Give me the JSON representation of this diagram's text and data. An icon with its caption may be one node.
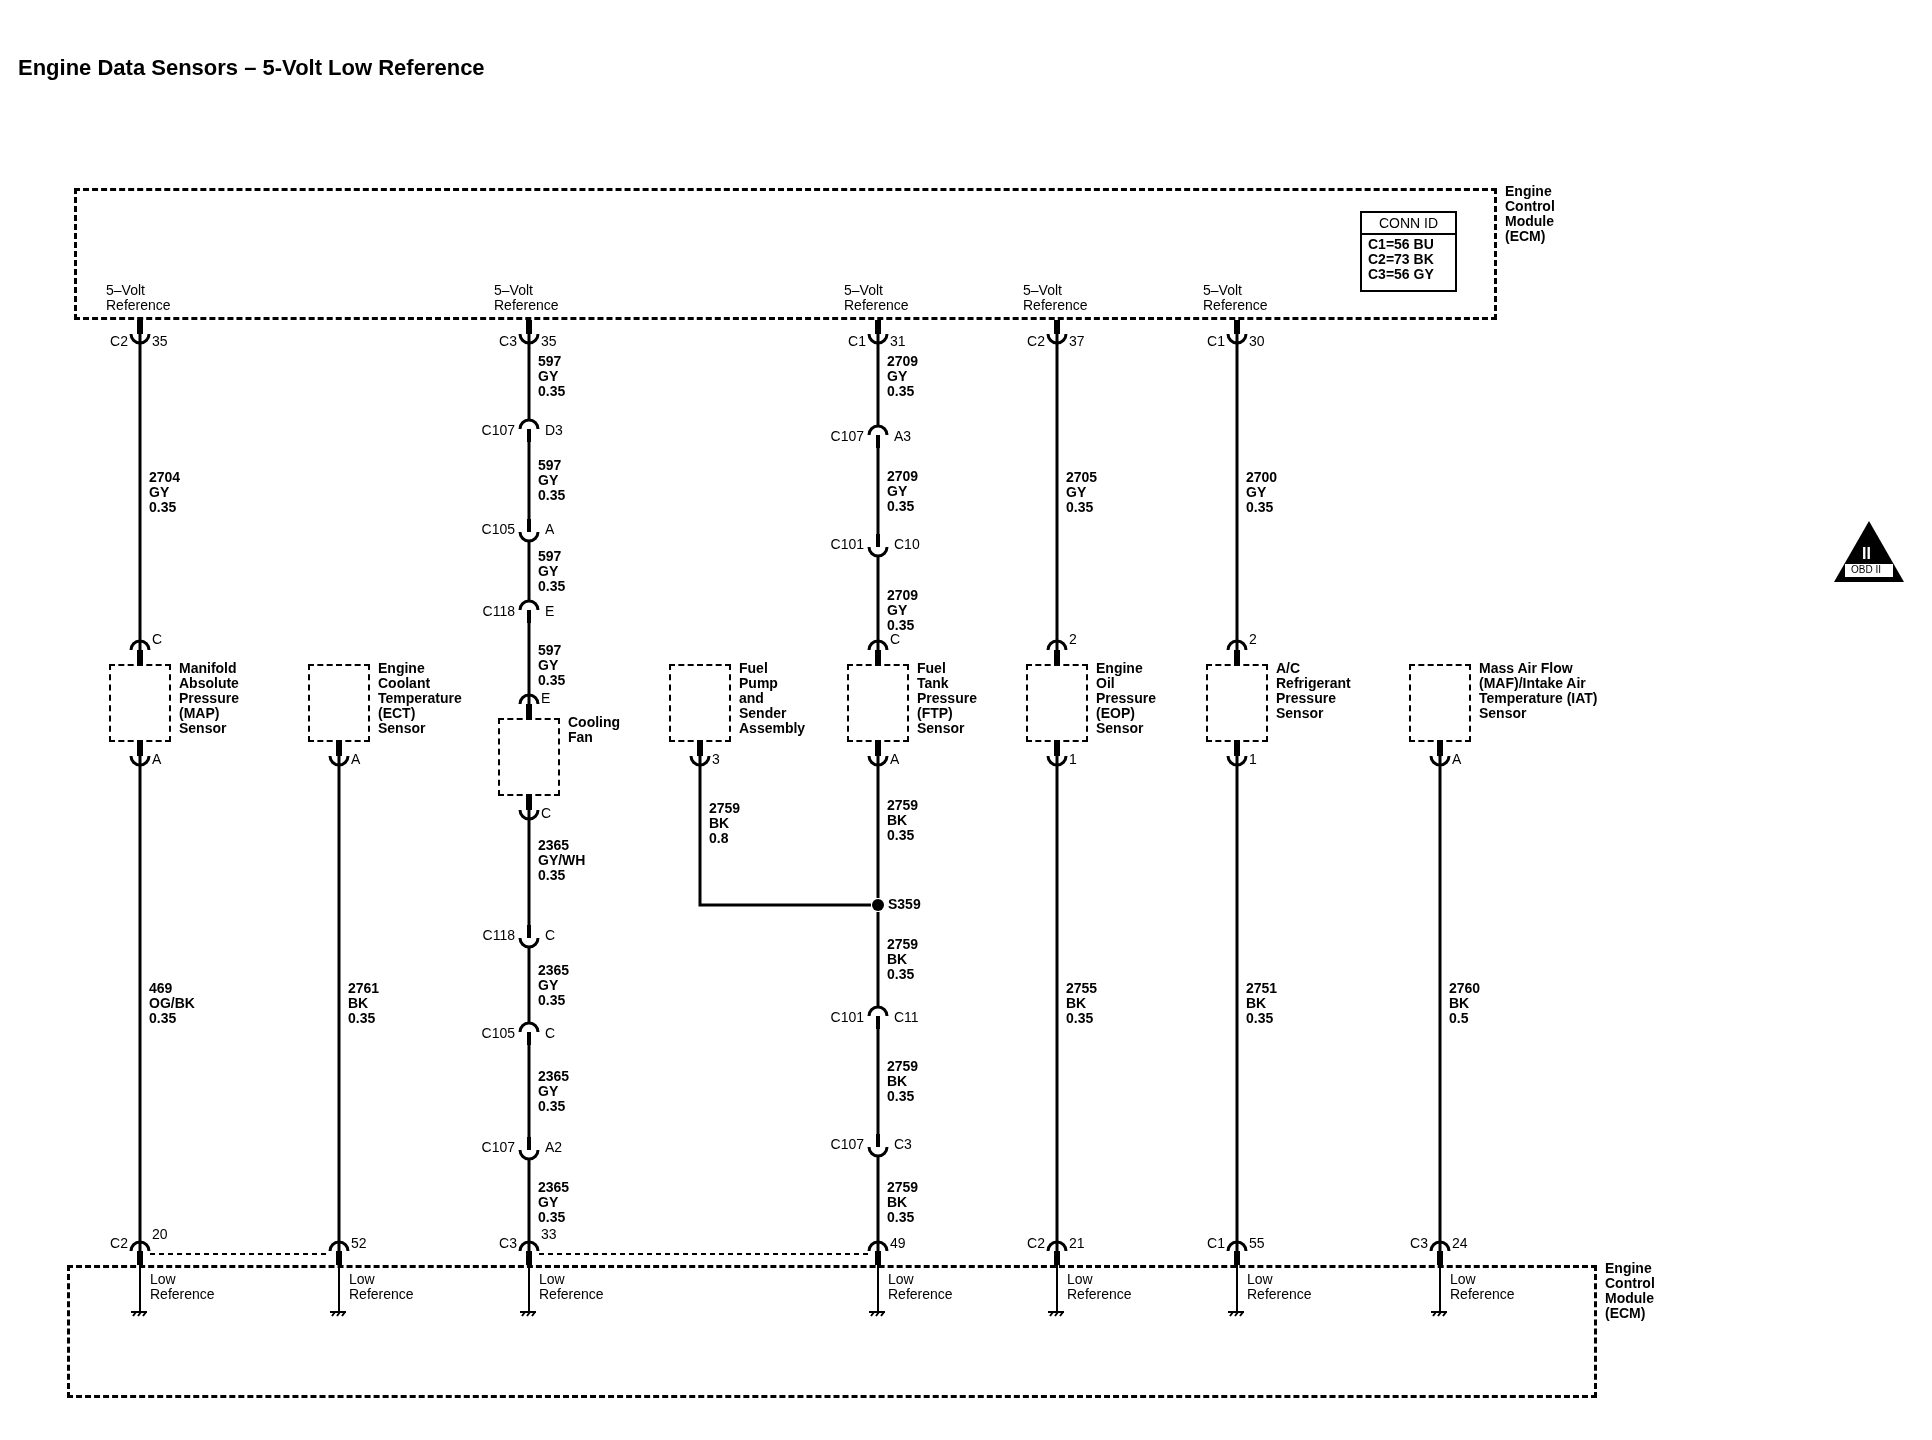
{
  "diagram": {
    "title": "Engine Data Sensors – 5-Volt Low Reference",
    "nodes": [
      {
        "text": [
          "Engine Control Module (ECM)"
        ]
      },
      {
        "text": [
          "CONN ID",
          "C1=56 BU C2=73 BK C3=56 GY"
        ],
        "in": 0
      },
      {
        "text": [
          "C107",
          "D3"
        ]
      },
      {
        "text": [
          "C107",
          "A3"
        ]
      },
      {
        "text": [
          "C105",
          "A"
        ]
      },
      {
        "text": [
          "C101",
          "C10"
        ]
      },
      {
        "text": [
          "C118",
          "E"
        ]
      },
      {
        "text": [
          "Manifold Absolute Pressure (MAP) Sensor"
        ]
      },
      {
        "text": [
          "Engine Coolant Temperature (ECT) Sensor"
        ]
      },
      {
        "text": [
          "Fuel Pump and Sender Assembly"
        ]
      },
      {
        "text": [
          "Fuel Tank Pressure (FTP) Sensor"
        ]
      },
      {
        "text": [
          "Engine Oil Pressure (EOP) Sensor"
        ]
      },
      {
        "text": [
          "A/C Refrigerant Pressure Sensor"
        ]
      },
      {
        "text": [
          "Mass Air Flow (MAF)/Intake Air Temperature (IAT) Sensor"
        ]
      },
      {
        "text": [
          "Cooling Fan"
        ]
      },
      {
        "text": [
          "S359"
        ]
      },
      {
        "text": [
          "C118",
          "C"
        ]
      },
      {
        "text": [
          "C101",
          "C11"
        ]
      },
      {
        "text": [
          "C105",
          "C"
        ]
      },
      {
        "text": [
          "C107",
          "C3"
        ]
      },
      {
        "text": [
          "C107",
          "A2"
        ]
      },
      {
        "text": [
          "Engine Control Module (ECM)"
        ]
      }
    ],
    "edges": [
      {
        "from": 0,
        "to": 7,
        "arrow": "other",
        "label": "2704 GY 0.35"
      },
      {
        "from": 7,
        "to": 21,
        "arrow": "other",
        "label": "469 OG/BK 0.35"
      },
      {
        "from": 8,
        "to": 21,
        "arrow": "other",
        "label": "2761 BK 0.35"
      },
      {
        "from": 0,
        "to": 2,
        "arrow": "other",
        "label": "597 GY 0.35"
      },
      {
        "from": 2,
        "to": 4,
        "arrow": "none",
        "label": "597 GY 0.35"
      },
      {
        "from": 4,
        "to": 6,
        "arrow": "none",
        "label": "597 GY 0.35"
      },
      {
        "from": 6,
        "to": 14,
        "arrow": "other",
        "label": "597 GY 0.35"
      },
      {
        "from": 14,
        "to": 16,
        "arrow": "other",
        "label": "2365 GY/WH 0.35"
      },
      {
        "from": 16,
        "to": 18,
        "arrow": "none",
        "label": "2365 GY 0.35"
      },
      {
        "from": 18,
        "to": 20,
        "arrow": "none",
        "label": "2365 GY 0.35"
      },
      {
        "from": 20,
        "to": 21,
        "arrow": "other",
        "label": "2365 GY 0.35"
      },
      {
        "from": 9,
        "to": 15,
        "arrow": "other",
        "label": "2759 BK 0.8"
      },
      {
        "from": 0,
        "to": 3,
        "arrow": "other",
        "label": "2709 GY 0.35"
      },
      {
        "from": 3,
        "to": 5,
        "arrow": "none",
        "label": "2709 GY 0.35"
      },
      {
        "from": 5,
        "to": 10,
        "arrow": "other",
        "label": "2709 GY 0.35"
      },
      {
        "from": 10,
        "to": 15,
        "arrow": "other",
        "label": "2759 BK 0.35"
      },
      {
        "from": 15,
        "to": 17,
        "arrow": "none",
        "label": "2759 BK 0.35"
      },
      {
        "from": 17,
        "to": 19,
        "arrow": "none",
        "label": "2759 BK 0.35"
      },
      {
        "from": 19,
        "to": 21,
        "arrow": "other",
        "label": "2759 BK 0.35"
      },
      {
        "from": 0,
        "to": 11,
        "arrow": "other",
        "label": "2705 GY 0.35"
      },
      {
        "from": 11,
        "to": 21,
        "arrow": "other",
        "label": "2755 BK 0.35"
      },
      {
        "from": 0,
        "to": 12,
        "arrow": "other",
        "label": "2700 GY 0.35"
      },
      {
        "from": 12,
        "to": 21,
        "arrow": "other",
        "label": "2751 BK 0.35"
      },
      {
        "from": 13,
        "to": 21,
        "arrow": "other",
        "label": "2760 BK 0.5"
      }
    ],
    "labels": [
      "5–Volt Reference",
      "5–Volt Reference",
      "5–Volt Reference",
      "5–Volt Reference",
      "5–Volt Reference",
      "C2",
      "35",
      "C3",
      "35",
      "C1",
      "31",
      "C2",
      "37",
      "C1",
      "30",
      "C",
      "E",
      "C",
      "2",
      "2",
      "A",
      "A",
      "3",
      "A",
      "1",
      "1",
      "A",
      "C",
      "C2",
      "20",
      "52",
      "C3",
      "33",
      "49",
      "C2",
      "21",
      "C1",
      "55",
      "C3",
      "24",
      "Low Reference",
      "Low Reference",
      "Low Reference",
      "Low Reference",
      "Low Reference",
      "Low Reference",
      "Low Reference",
      "II",
      "OBD II"
    ]
  }
}
